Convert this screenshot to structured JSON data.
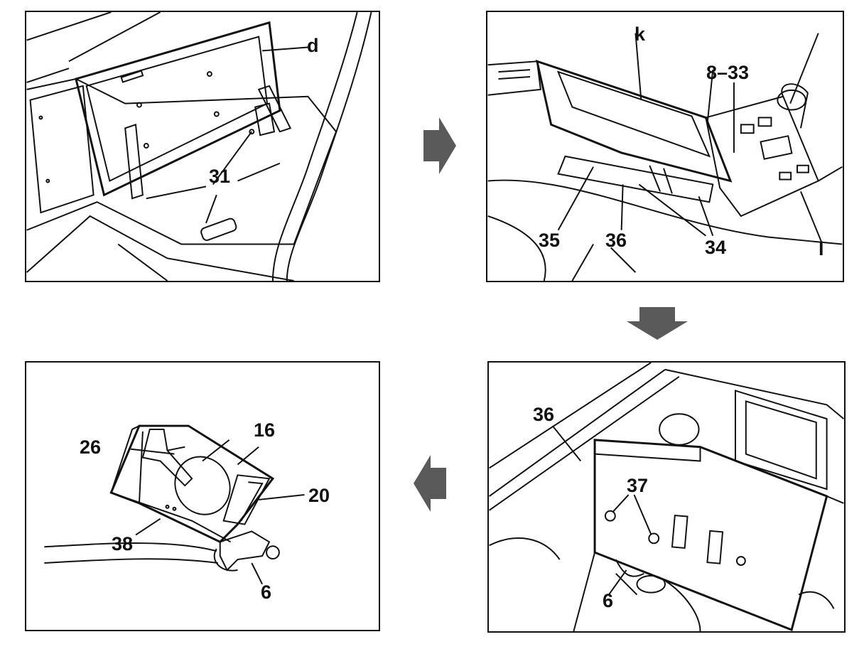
{
  "colors": {
    "ink": "#111111",
    "arrow": "#5a5a5a",
    "paper": "#ffffff"
  },
  "panels": {
    "top_left": {
      "labels": {
        "d": "d",
        "l31": "31"
      }
    },
    "top_right": {
      "labels": {
        "k": "k",
        "l8_33": "8–33",
        "l35": "35",
        "l36": "36",
        "l34": "34",
        "l": "l"
      }
    },
    "bottom_right": {
      "labels": {
        "l36": "36",
        "l37": "37",
        "l6": "6"
      }
    },
    "bottom_left": {
      "labels": {
        "l16": "16",
        "l26": "26",
        "l20": "20",
        "l38": "38",
        "l6": "6"
      }
    }
  },
  "arrows": [
    {
      "name": "arrow-right-icon",
      "direction": "right"
    },
    {
      "name": "arrow-down-icon",
      "direction": "down"
    },
    {
      "name": "arrow-left-icon",
      "direction": "left"
    }
  ]
}
